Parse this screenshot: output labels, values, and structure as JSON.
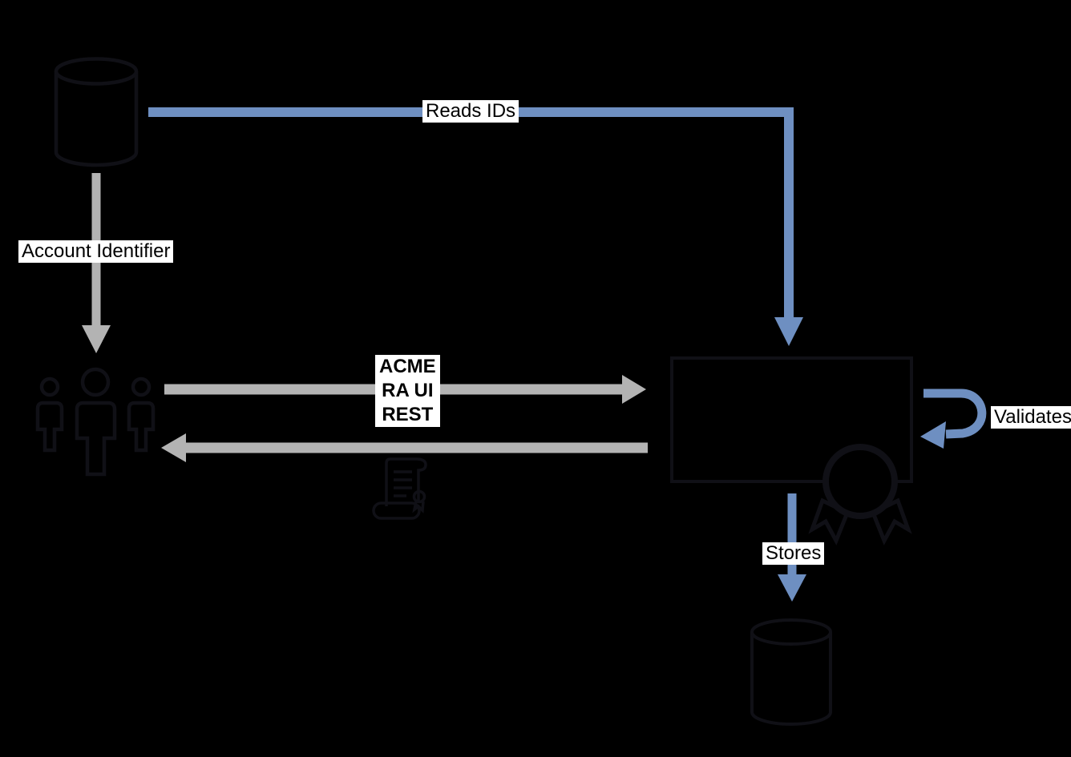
{
  "colors": {
    "background": "#000000",
    "arrow-blue": "#6E8FC1",
    "arrow-gray": "#B3B3B3",
    "label-bg": "#FFFFFF",
    "label-text": "#000000",
    "shape-stroke": "#101016"
  },
  "labels": {
    "reads_ids": "Reads IDs",
    "account_identifier": "Account Identifier",
    "acme_line1": "ACME",
    "acme_line2": "RA UI",
    "acme_line3": "REST",
    "validates": "Validates",
    "stores": "Stores"
  },
  "icons": {
    "source_database": "database-cylinder-icon",
    "users_group": "users-group-icon",
    "certificate_scroll": "certificate-scroll-icon",
    "award_ribbon": "award-ribbon-icon",
    "storage_database": "database-cylinder-icon"
  },
  "connections": [
    {
      "from": "source-database",
      "to": "service-box",
      "label": "Reads IDs",
      "style": "blue-elbow"
    },
    {
      "from": "source-database",
      "to": "users-group",
      "label": "Account Identifier",
      "style": "gray-straight"
    },
    {
      "from": "users-group",
      "to": "service-box",
      "label": "ACME RA UI REST",
      "style": "gray-straight"
    },
    {
      "from": "service-box",
      "to": "users-group",
      "label": "",
      "style": "gray-straight"
    },
    {
      "from": "service-box",
      "to": "service-box",
      "label": "Validates",
      "style": "blue-self-loop"
    },
    {
      "from": "service-box",
      "to": "storage-database",
      "label": "Stores",
      "style": "blue-straight"
    }
  ]
}
